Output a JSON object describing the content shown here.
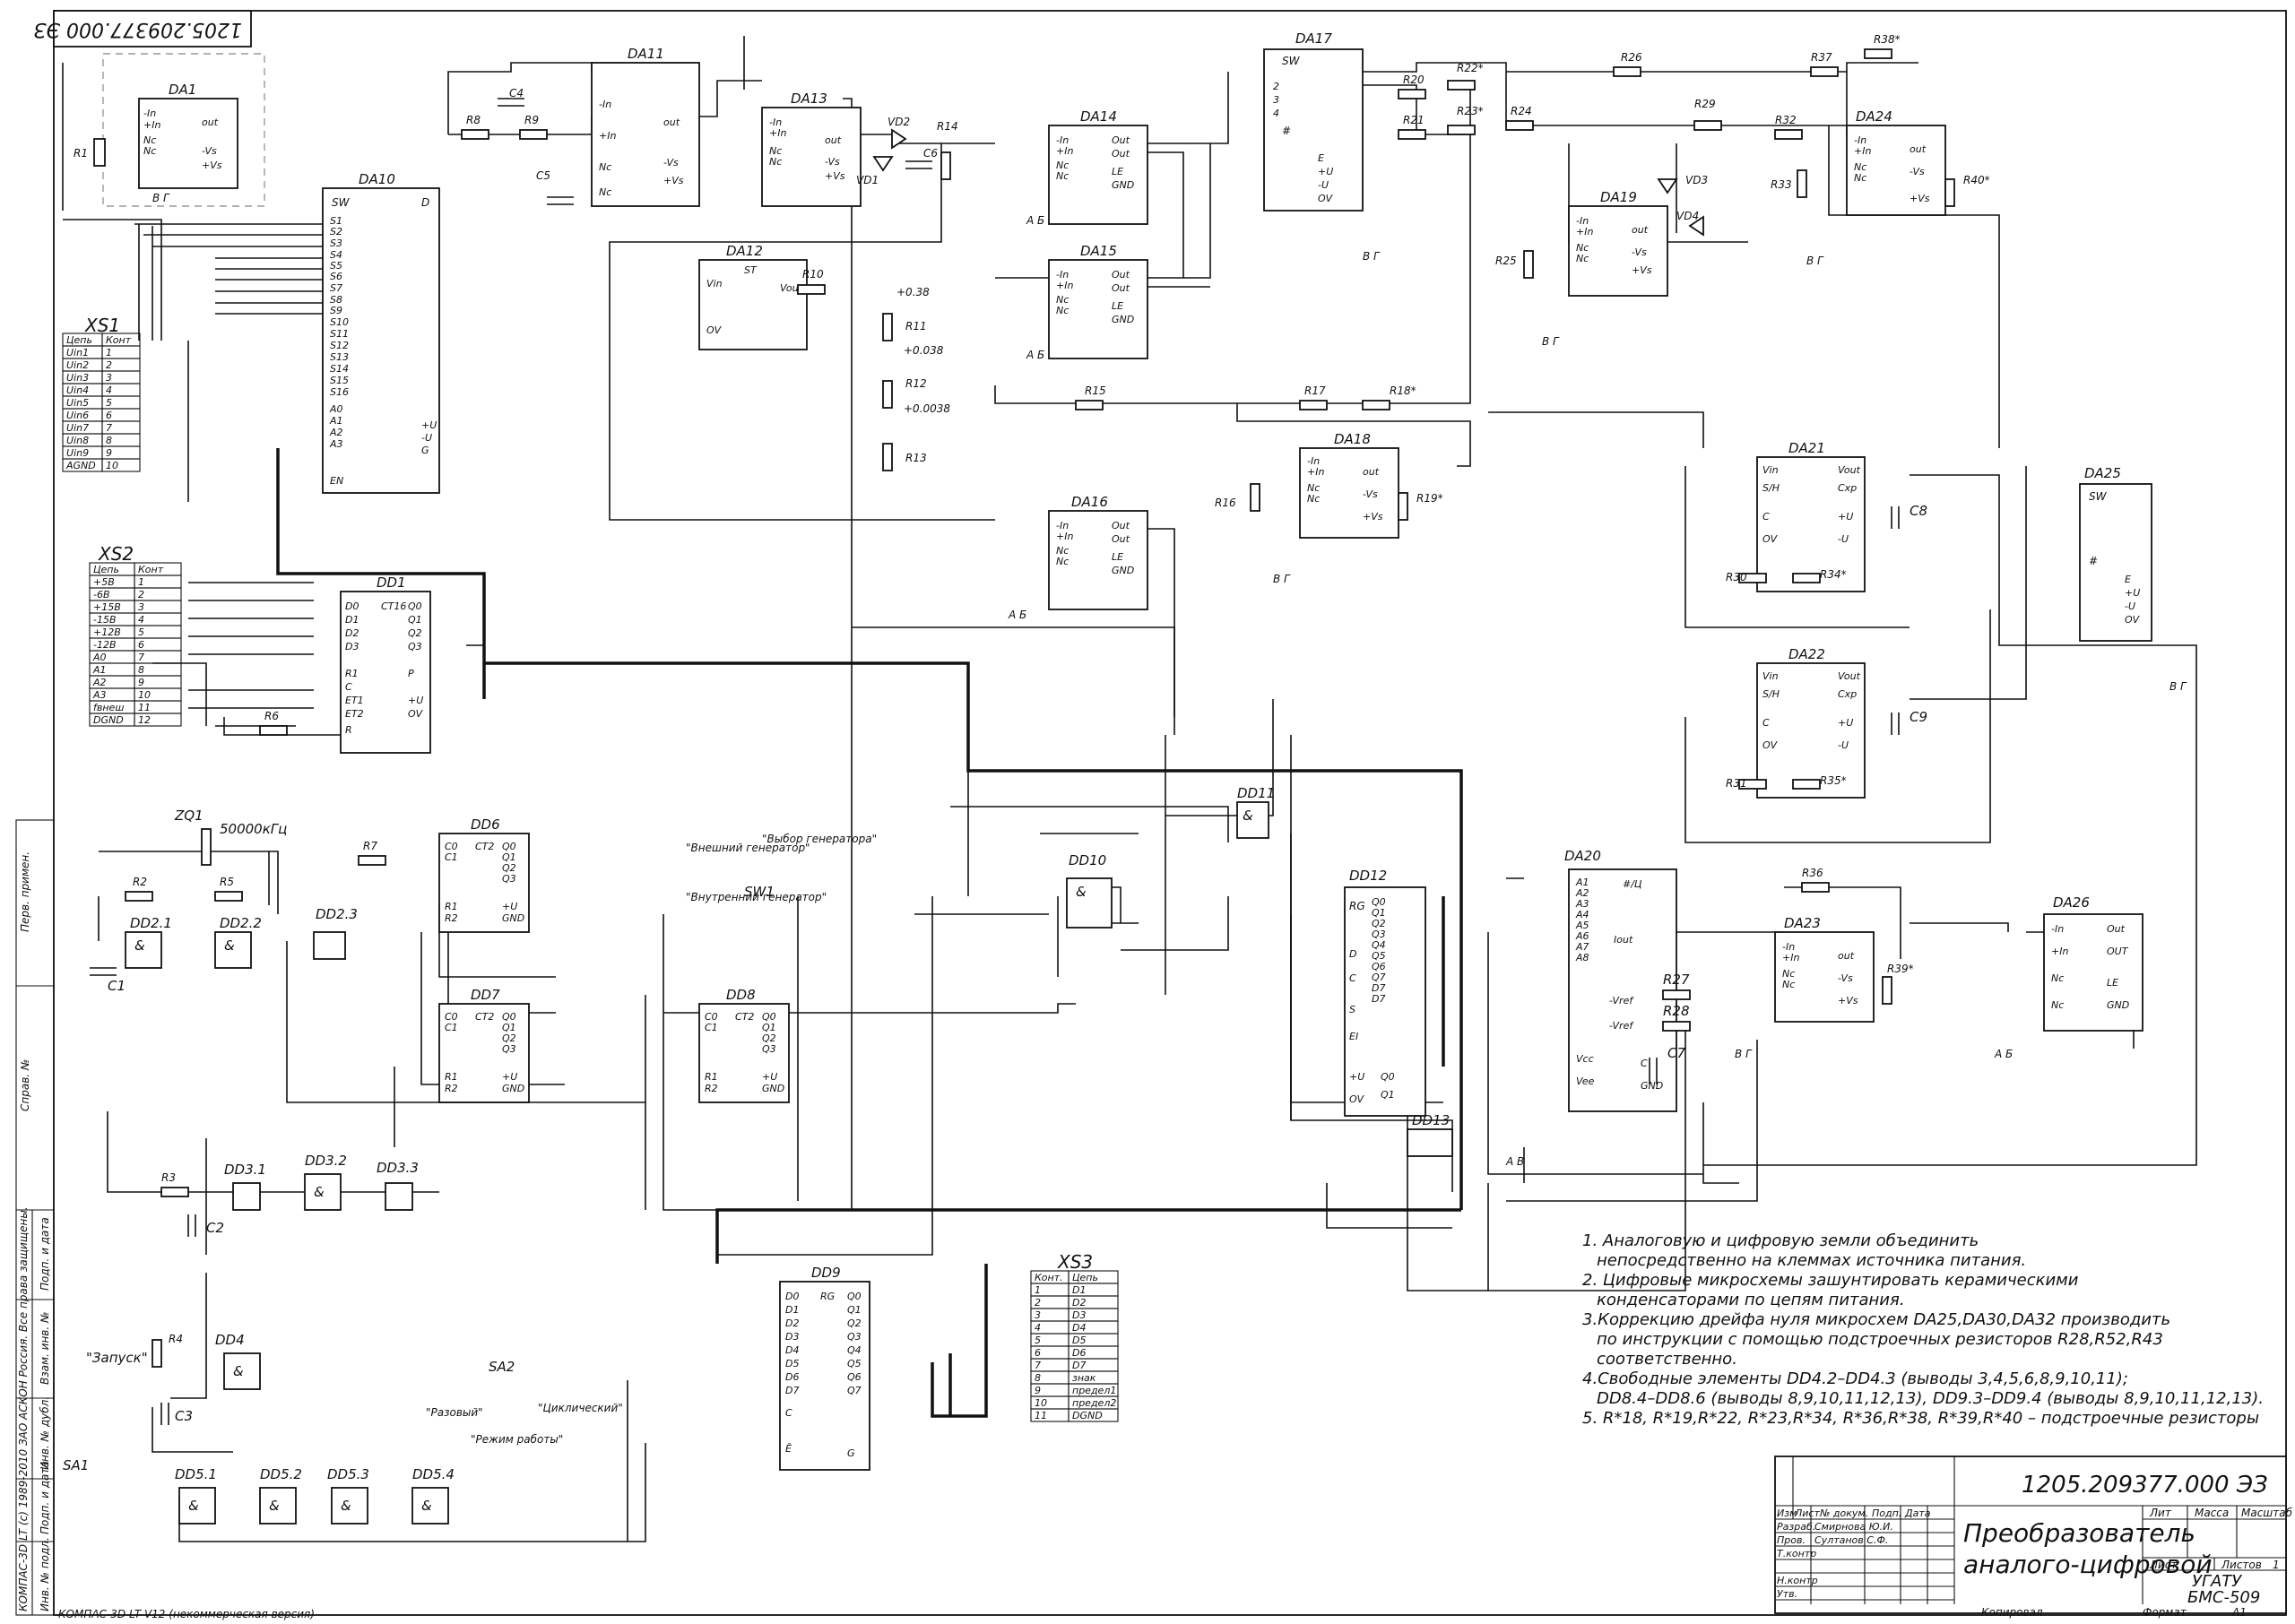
{
  "drawing": {
    "doc_number": "1205.209377.000 ЭЗ",
    "doc_number_stamp": "1205.209377.000 ЭЗ",
    "title_line1": "Преобразователь",
    "title_line2": "аналого-цифровой",
    "organization": "УГАТУ",
    "group": "БМС-509",
    "sheet_label": "Лист",
    "sheets_label": "Листов",
    "sheets_count": "1",
    "lit_label": "Лит",
    "mass_label": "Масса",
    "scale_label": "Масштаб",
    "copied_label": "Копировал",
    "format_label": "Формат",
    "format_value": "A1",
    "footer_software": "КОМПАС-3D LT V12 (некоммерческая версия)",
    "side_license": "КОМПАС-3D LT (с) 1989-2010 ЗАО АСКОН Россия. Все права защищены."
  },
  "stamp_rows": {
    "izm": "Изм",
    "list": "Лист",
    "doc": "№ докум.",
    "sign": "Подп.",
    "date": "Дата",
    "razrab": "Разраб.",
    "razrab_name": "Смирнова Ю.И.",
    "prov": "Пров.",
    "prov_name": "Султанов С.Ф.",
    "tkontr": "Т.контр",
    "nkontr": "Н.контр",
    "utv": "Утв."
  },
  "side_columns": {
    "perv_primen": "Перв. примен.",
    "sprav": "Справ. №",
    "podp_data1": "Подп. и дата",
    "vzam_inv": "Взам. инв. №",
    "inv_dubl": "Инв. № дубл.",
    "podp_data2": "Подп. и дата",
    "inv_podl": "Инв. № подл."
  },
  "components": {
    "DA1": "DA1",
    "DA10": "DA10",
    "DA11": "DA11",
    "DA12": "DA12",
    "DA13": "DA13",
    "DA14": "DA14",
    "DA15": "DA15",
    "DA16": "DA16",
    "DA17": "DA17",
    "DA18": "DA18",
    "DA19": "DA19",
    "DA20": "DA20",
    "DA21": "DA21",
    "DA22": "DA22",
    "DA23": "DA23",
    "DA24": "DA24",
    "DA25": "DA25",
    "DA26": "DA26",
    "DD1": "DD1",
    "DD2_1": "DD2.1",
    "DD2_2": "DD2.2",
    "DD2_3": "DD2.3",
    "DD3_1": "DD3.1",
    "DD3_2": "DD3.2",
    "DD3_3": "DD3.3",
    "DD4": "DD4",
    "DD5_1": "DD5.1",
    "DD5_2": "DD5.2",
    "DD5_3": "DD5.3",
    "DD5_4": "DD5.4",
    "DD6": "DD6",
    "DD7": "DD7",
    "DD8": "DD8",
    "DD9": "DD9",
    "DD10": "DD10",
    "DD11": "DD11",
    "DD12": "DD12",
    "DD13": "DD13",
    "XS1": "XS1",
    "XS2": "XS2",
    "XS3": "XS3",
    "ZQ1": "ZQ1",
    "ZQ1_freq": "50000кГц",
    "SW1": "SW1",
    "SA1": "SA1",
    "SA2": "SA2"
  },
  "resistors": {
    "R1": "R1",
    "R2": "R2",
    "R3": "R3",
    "R4": "R4",
    "R5": "R5",
    "R6": "R6",
    "R7": "R7",
    "R8": "R8",
    "R9": "R9",
    "R10": "R10",
    "R11": "R11",
    "R12": "R12",
    "R13": "R13",
    "R14": "R14",
    "R15": "R15",
    "R16": "R16",
    "R17": "R17",
    "R18": "R18*",
    "R19": "R19*",
    "R20": "R20",
    "R21": "R21",
    "R22": "R22*",
    "R23": "R23*",
    "R24": "R24",
    "R25": "R25",
    "R26": "R26",
    "R27": "R27",
    "R28": "R28",
    "R29": "R29",
    "R30": "R30",
    "R31": "R31",
    "R32": "R32",
    "R33": "R33",
    "R34": "R34*",
    "R35": "R35*",
    "R36": "R36",
    "R37": "R37",
    "R38": "R38*",
    "R39": "R39*",
    "R40": "R40*"
  },
  "capacitors": {
    "C1": "C1",
    "C2": "C2",
    "C3": "C3",
    "C4": "C4",
    "C5": "C5",
    "C6": "C6",
    "C7": "C7",
    "C8": "C8",
    "C9": "C9"
  },
  "diodes": {
    "VD1": "VD1",
    "VD2": "VD2",
    "VD3": "VD3",
    "VD4": "VD4"
  },
  "labels": {
    "ext_gen": "\"Внешний генератор\"",
    "int_gen": "\"Внутренний генератор\"",
    "gen_select": "\"Выбор генератора\"",
    "start": "\"Запуск\"",
    "single": "\"Разовый\"",
    "cyclic": "\"Циклический\"",
    "mode": "\"Режим работы\"",
    "v038": "+0.38",
    "v0038": "+0.038",
    "v00038": "+0.0038",
    "ab": "А  Б",
    "vg": "В  Г"
  },
  "xs1": {
    "header": [
      "Цепь",
      "Конт"
    ],
    "rows": [
      [
        "Uin1",
        "1"
      ],
      [
        "Uin2",
        "2"
      ],
      [
        "Uin3",
        "3"
      ],
      [
        "Uin4",
        "4"
      ],
      [
        "Uin5",
        "5"
      ],
      [
        "Uin6",
        "6"
      ],
      [
        "Uin7",
        "7"
      ],
      [
        "Uin8",
        "8"
      ],
      [
        "Uin9",
        "9"
      ],
      [
        "AGND",
        "10"
      ]
    ]
  },
  "xs2": {
    "header": [
      "Цепь",
      "Конт"
    ],
    "rows": [
      [
        "+5В",
        "1"
      ],
      [
        "-6В",
        "2"
      ],
      [
        "+15В",
        "3"
      ],
      [
        "-15В",
        "4"
      ],
      [
        "+12В",
        "5"
      ],
      [
        "-12В",
        "6"
      ],
      [
        "A0",
        "7"
      ],
      [
        "A1",
        "8"
      ],
      [
        "A2",
        "9"
      ],
      [
        "A3",
        "10"
      ],
      [
        "fвнеш",
        "11"
      ],
      [
        "DGND",
        "12"
      ]
    ]
  },
  "xs3": {
    "header": [
      "Конт.",
      "Цепь"
    ],
    "rows": [
      [
        "1",
        "D1"
      ],
      [
        "2",
        "D2"
      ],
      [
        "3",
        "D3"
      ],
      [
        "4",
        "D4"
      ],
      [
        "5",
        "D5"
      ],
      [
        "6",
        "D6"
      ],
      [
        "7",
        "D7"
      ],
      [
        "8",
        "знак"
      ],
      [
        "9",
        "предел1"
      ],
      [
        "10",
        "предел2"
      ],
      [
        "11",
        "DGND"
      ]
    ]
  },
  "notes": [
    "1. Аналоговую и цифровую земли объединить",
    "непосредственно на клеммах источника питания.",
    "2. Цифровые микросхемы зашунтировать керамическими",
    "конденсаторами по цепям питания.",
    "3.Коррекцию дрейфа нуля микросхем DA25,DA30,DA32 производить",
    "по инструкции с помощью подстроечных резисторов R28,R52,R43",
    "соответственно.",
    "4.Свободные элементы DD4.2–DD4.3 (выводы 3,4,5,6,8,9,10,11);",
    "DD8.4–DD8.6 (выводы 8,9,10,11,12,13), DD9.3–DD9.4 (выводы 8,9,10,11,12,13).",
    "5. R*18, R*19,R*22, R*23,R*34, R*36,R*38, R*39,R*40 – подстроечные резисторы"
  ]
}
